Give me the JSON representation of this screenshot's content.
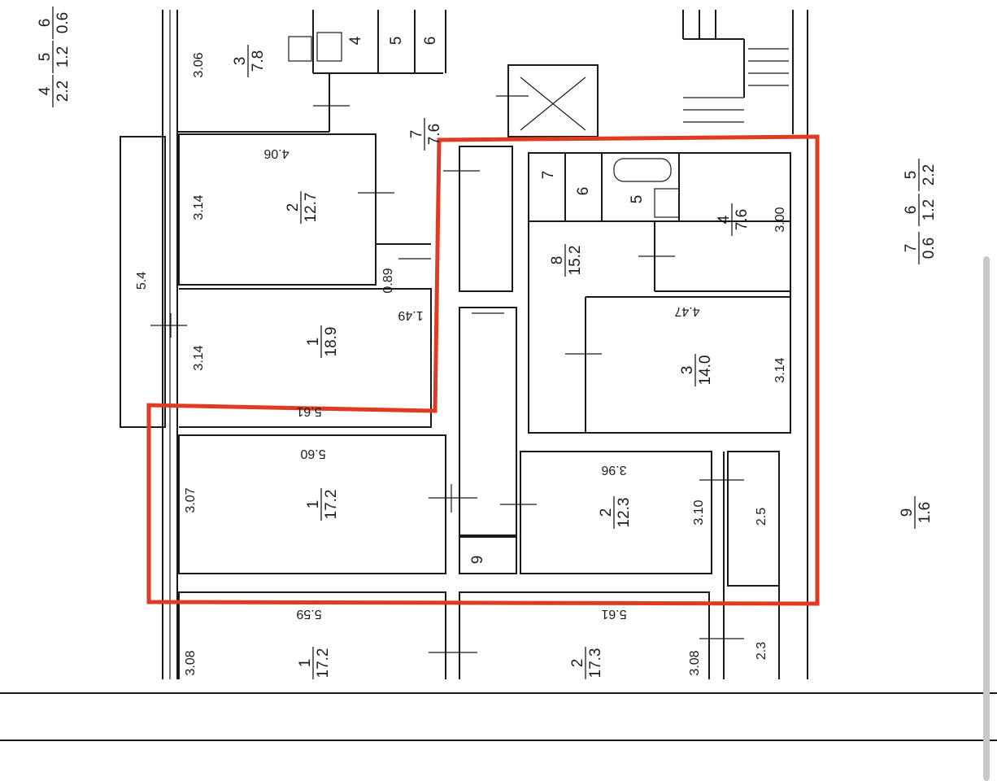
{
  "colors": {
    "outline": "#e03a22",
    "walls": "#1a1a1a"
  },
  "fractions": [
    {
      "id": "left-4",
      "num": "4",
      "den": "2.2"
    },
    {
      "id": "left-5",
      "num": "5",
      "den": "1.2"
    },
    {
      "id": "left-6",
      "num": "6",
      "den": "0.6"
    },
    {
      "id": "top-room-3",
      "num": "3",
      "den": "7.8"
    },
    {
      "id": "hall-7",
      "num": "7",
      "den": "7.6"
    },
    {
      "id": "room-2-left",
      "num": "2",
      "den": "12.7"
    },
    {
      "id": "room-1-top",
      "num": "1",
      "den": "18.9"
    },
    {
      "id": "room-1-mid",
      "num": "1",
      "den": "17.2"
    },
    {
      "id": "room-8",
      "num": "8",
      "den": "15.2"
    },
    {
      "id": "room-4",
      "num": "4",
      "den": "7.6"
    },
    {
      "id": "room-3",
      "num": "3",
      "den": "14.0"
    },
    {
      "id": "room-2-mid",
      "num": "2",
      "den": "12.3"
    },
    {
      "id": "room-1-bottom",
      "num": "1",
      "den": "17.2"
    },
    {
      "id": "room-2-bottom",
      "num": "2",
      "den": "17.3"
    },
    {
      "id": "right-5",
      "num": "5",
      "den": "2.2"
    },
    {
      "id": "right-6",
      "num": "6",
      "den": "1.2"
    },
    {
      "id": "right-7",
      "num": "7",
      "den": "0.6"
    },
    {
      "id": "right-9",
      "num": "9",
      "den": "1.6"
    }
  ],
  "dimensions": [
    {
      "id": "d-306",
      "text": "3.06"
    },
    {
      "id": "d-406",
      "text": "4.06"
    },
    {
      "id": "d-314a",
      "text": "3.14"
    },
    {
      "id": "d-54",
      "text": "5.4"
    },
    {
      "id": "d-089",
      "text": "0.89"
    },
    {
      "id": "d-149",
      "text": "1.49"
    },
    {
      "id": "d-314b",
      "text": "3.14"
    },
    {
      "id": "d-561a",
      "text": "5.61"
    },
    {
      "id": "d-560",
      "text": "5.60"
    },
    {
      "id": "d-307",
      "text": "3.07"
    },
    {
      "id": "d-300",
      "text": "3.00"
    },
    {
      "id": "d-447",
      "text": "4.47"
    },
    {
      "id": "d-314c",
      "text": "3.14"
    },
    {
      "id": "d-396",
      "text": "3.96"
    },
    {
      "id": "d-310",
      "text": "3.10"
    },
    {
      "id": "d-25",
      "text": "2.5"
    },
    {
      "id": "d-559",
      "text": "5.59"
    },
    {
      "id": "d-308a",
      "text": "3.08"
    },
    {
      "id": "d-561b",
      "text": "5.61"
    },
    {
      "id": "d-308b",
      "text": "3.08"
    },
    {
      "id": "d-23",
      "text": "2.3"
    }
  ],
  "room_numbers": [
    {
      "id": "n-4",
      "text": "4"
    },
    {
      "id": "n-5",
      "text": "5"
    },
    {
      "id": "n-6",
      "text": "6"
    },
    {
      "id": "n-7r",
      "text": "7"
    },
    {
      "id": "n-6r",
      "text": "6"
    },
    {
      "id": "n-5r",
      "text": "5"
    },
    {
      "id": "n-9",
      "text": "9"
    }
  ]
}
